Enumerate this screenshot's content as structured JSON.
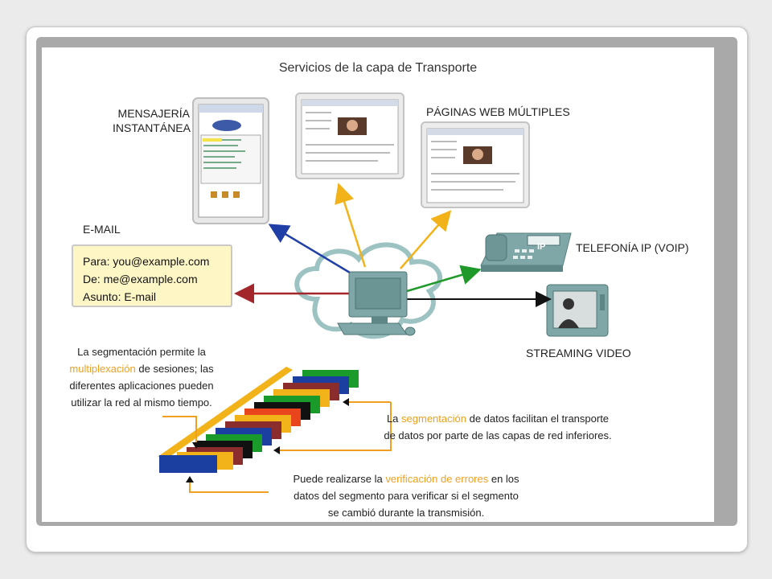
{
  "title": "Servicios de la capa de Transporte",
  "labels": {
    "im_line1": "MENSAJERÍA",
    "im_line2": "INSTANTÁNEA",
    "web": "PÁGINAS WEB MÚLTIPLES",
    "email": "E-MAIL",
    "voip": "TELEFONÍA IP (VOIP)",
    "video": "STREAMING VIDEO"
  },
  "email_box": {
    "para_label": "Para:",
    "para_value": "you@example.com",
    "de_label": "De:",
    "de_value": "me@example.com",
    "asunto_label": "Asunto:",
    "asunto_value": "E-mail"
  },
  "phone_badge": "IP",
  "captions": {
    "multiplex": {
      "line1": "La segmentación permite la",
      "highlight": "multiplexación",
      "line2_rest": " de sesiones; las",
      "line3": "diferentes aplicaciones pueden",
      "line4": "utilizar la red al mismo tiempo."
    },
    "segmentation": {
      "pre": "La ",
      "highlight": "segmentación",
      "post": " de datos facilitan el transporte",
      "line2": "de datos por parte de las capas de red inferiores."
    },
    "errors": {
      "pre": "Puede realizarse la ",
      "highlight": "verificación de errores",
      "post": " en los",
      "line2": "datos del segmento para verificar si el segmento",
      "line3": "se cambió durante la transmisión."
    }
  },
  "colors": {
    "highlight": "#f0a020",
    "arrow_blue": "#1f3fa6",
    "arrow_yellow": "#f2b21a",
    "arrow_green": "#1f9a2a",
    "arrow_red": "#a3262b",
    "arrow_black": "#111111",
    "device_teal": "#7fa7a7",
    "email_bg": "#fff6c6"
  }
}
